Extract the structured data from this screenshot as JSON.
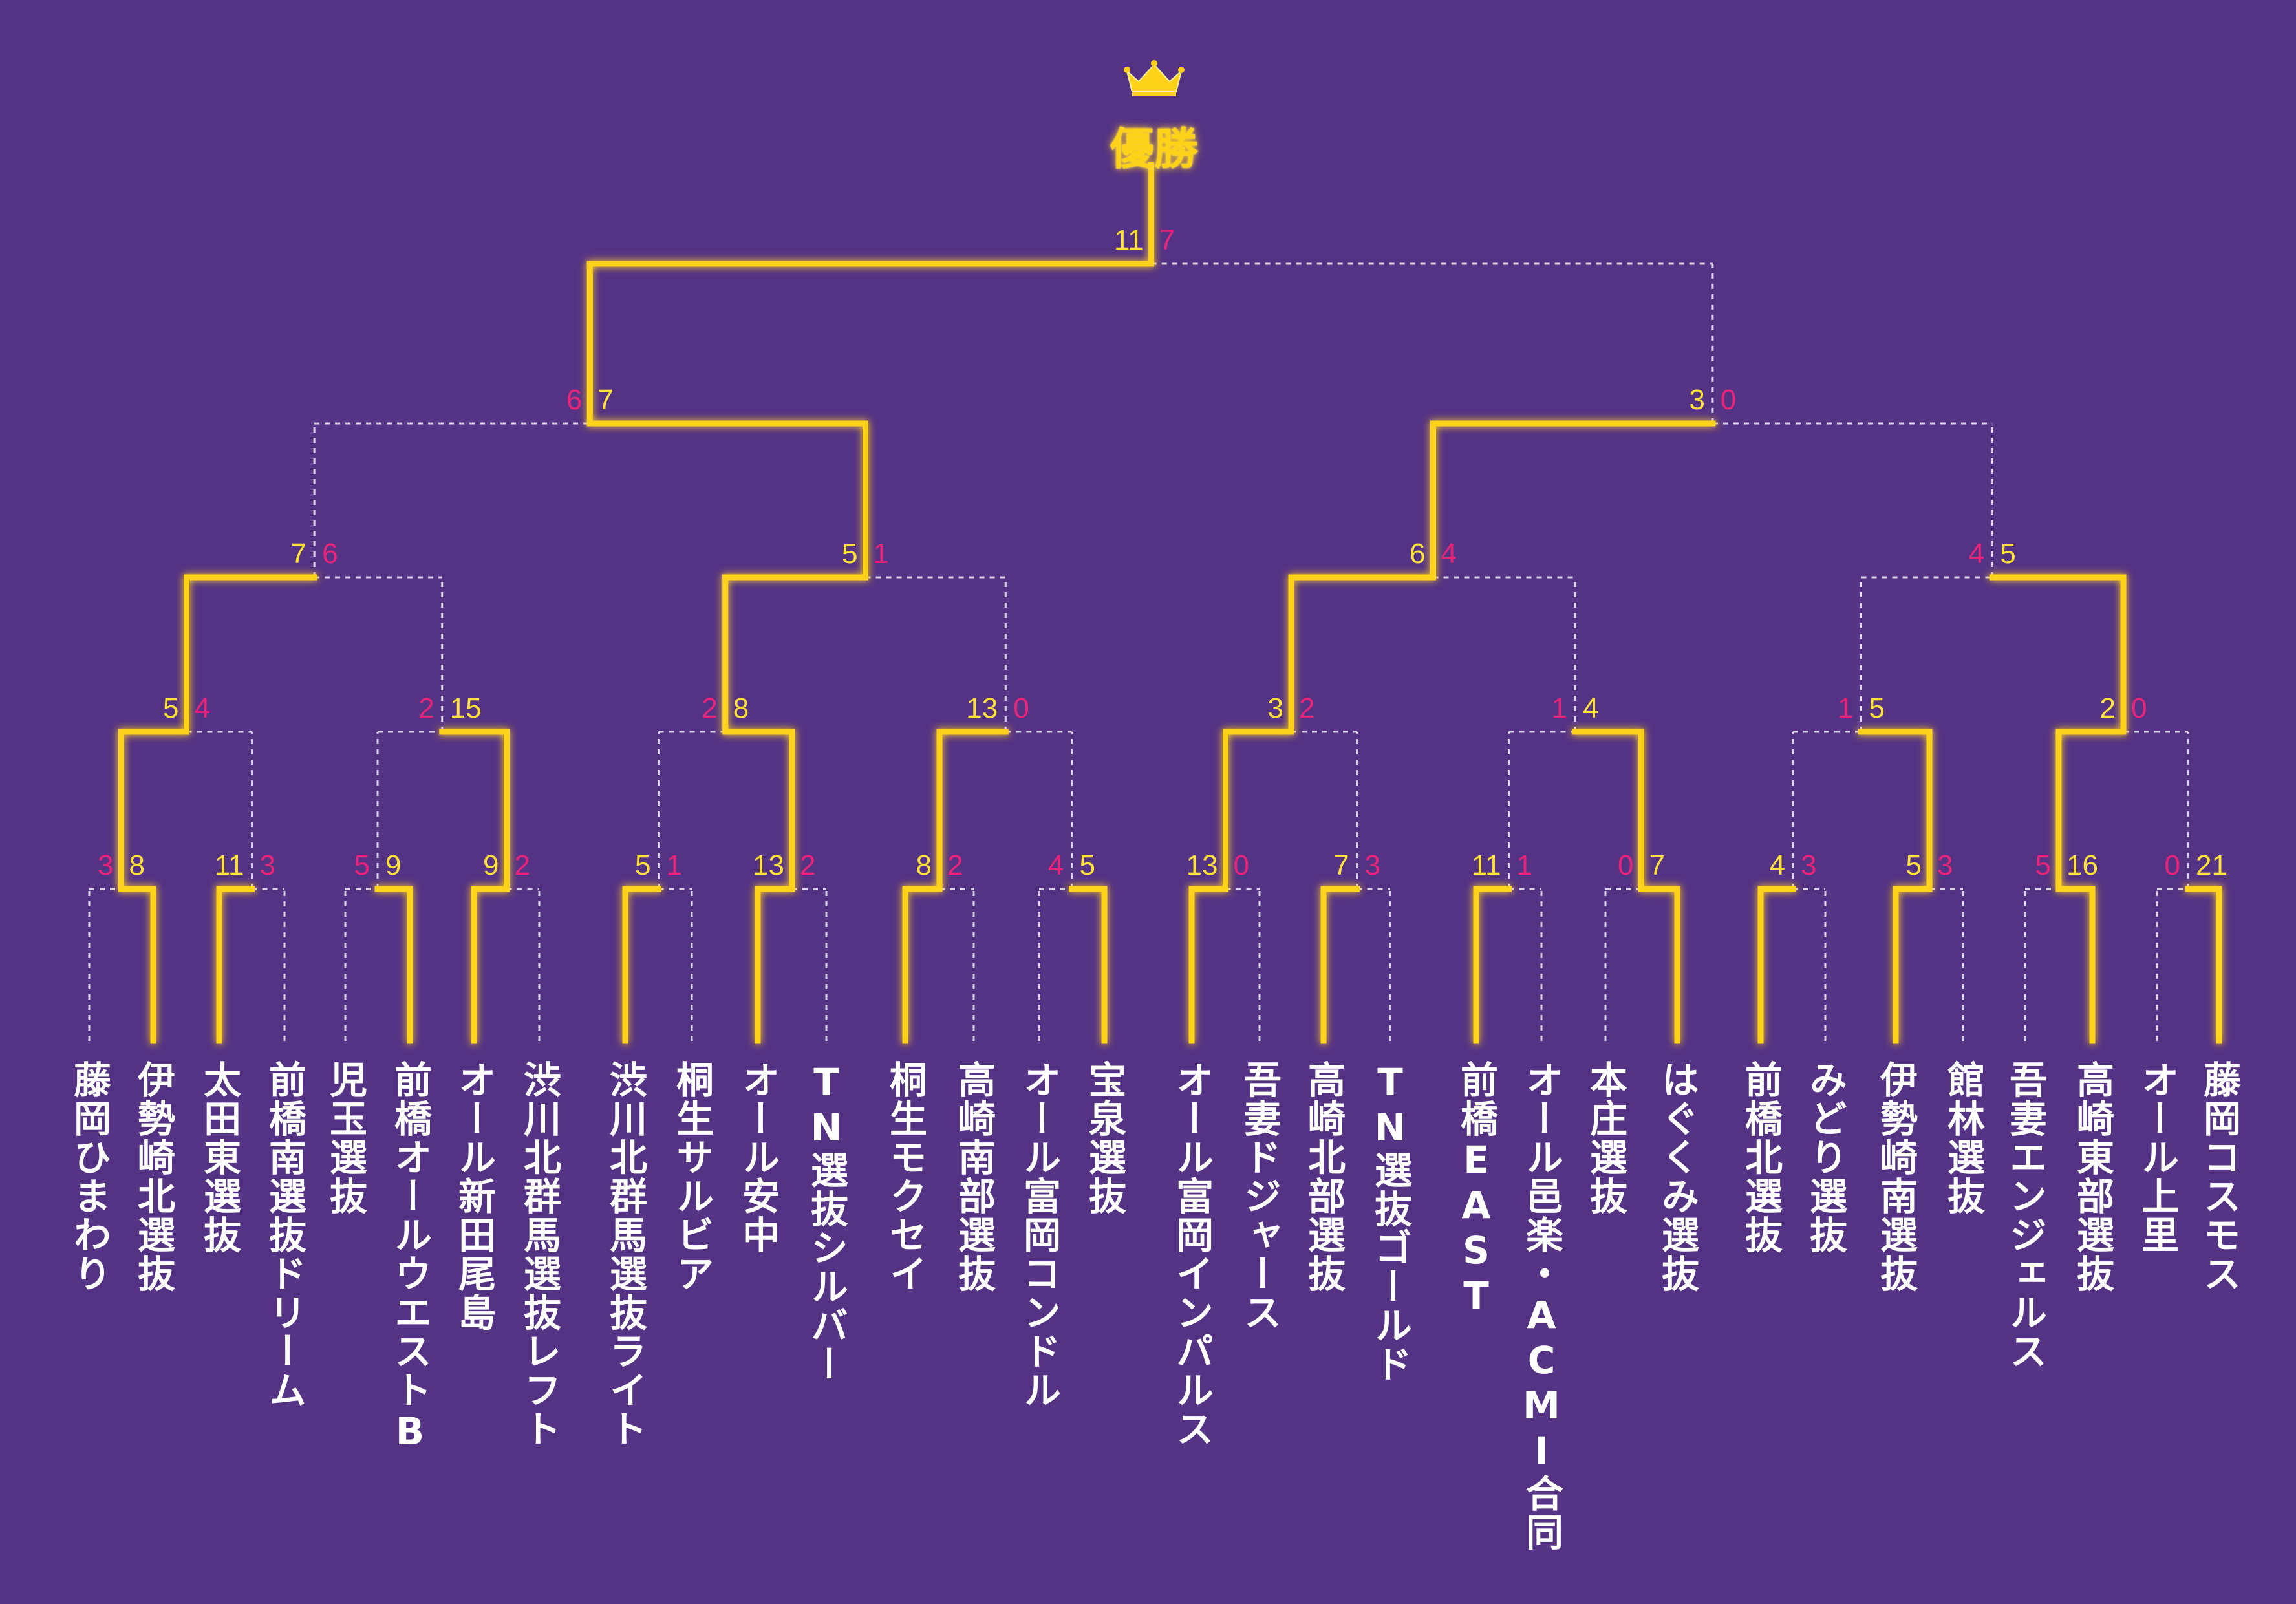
{
  "colors": {
    "background": "#553384",
    "winner_line": "#FFD21A",
    "loser_line": "#D9D2EA",
    "winner_score": "#FFE23A",
    "loser_score": "#E8247A",
    "team_text": "#FFFFFF"
  },
  "champion_label": "優勝",
  "crown_icon": "crown-icon",
  "teams": [
    "藤岡ひまわり",
    "伊勢崎北選抜",
    "太田東選抜",
    "前橋南選抜ドリーム",
    "児玉選抜",
    "前橋オールウエストB",
    "オール新田尾島",
    "渋川北群馬選抜レフト",
    "渋川北群馬選抜ライト",
    "桐生サルビア",
    "オール安中",
    "TN選抜シルバー",
    "桐生モクセイ",
    "高崎南部選抜",
    "オール富岡コンドル",
    "宝泉選抜",
    "オール富岡インパルス",
    "吾妻ドジャース",
    "高崎北部選抜",
    "TN選抜ゴールド",
    "前橋EAST",
    "オール邑楽・ACMI合同",
    "本庄選抜",
    "はぐくみ選抜",
    "前橋北選抜",
    "みどり選抜",
    "伊勢崎南選抜",
    "館林選抜",
    "吾妻エンジェルス",
    "高崎東部選抜",
    "オール上里",
    "藤岡コスモス"
  ],
  "matches": [
    {
      "round": 1,
      "left_score": "3",
      "right_score": "8"
    },
    {
      "round": 1,
      "left_score": "11",
      "right_score": "3"
    },
    {
      "round": 1,
      "left_score": "5",
      "right_score": "9"
    },
    {
      "round": 1,
      "left_score": "9",
      "right_score": "2"
    },
    {
      "round": 1,
      "left_score": "5",
      "right_score": "1"
    },
    {
      "round": 1,
      "left_score": "13",
      "right_score": "2"
    },
    {
      "round": 1,
      "left_score": "8",
      "right_score": "2"
    },
    {
      "round": 1,
      "left_score": "4",
      "right_score": "5"
    },
    {
      "round": 1,
      "left_score": "13",
      "right_score": "0"
    },
    {
      "round": 1,
      "left_score": "7",
      "right_score": "3"
    },
    {
      "round": 1,
      "left_score": "11",
      "right_score": "1"
    },
    {
      "round": 1,
      "left_score": "0",
      "right_score": "7"
    },
    {
      "round": 1,
      "left_score": "4",
      "right_score": "3"
    },
    {
      "round": 1,
      "left_score": "5",
      "right_score": "3"
    },
    {
      "round": 1,
      "left_score": "5",
      "right_score": "16"
    },
    {
      "round": 1,
      "left_score": "0",
      "right_score": "21"
    },
    {
      "round": 2,
      "left_score": "5",
      "right_score": "4"
    },
    {
      "round": 2,
      "left_score": "2",
      "right_score": "15"
    },
    {
      "round": 2,
      "left_score": "2",
      "right_score": "8"
    },
    {
      "round": 2,
      "left_score": "13",
      "right_score": "0"
    },
    {
      "round": 2,
      "left_score": "3",
      "right_score": "2"
    },
    {
      "round": 2,
      "left_score": "1",
      "right_score": "4"
    },
    {
      "round": 2,
      "left_score": "1",
      "right_score": "5"
    },
    {
      "round": 2,
      "left_score": "2",
      "right_score": "0"
    },
    {
      "round": 3,
      "left_score": "7",
      "right_score": "6"
    },
    {
      "round": 3,
      "left_score": "5",
      "right_score": "1"
    },
    {
      "round": 3,
      "left_score": "6",
      "right_score": "4"
    },
    {
      "round": 3,
      "left_score": "4",
      "right_score": "5"
    },
    {
      "round": 4,
      "left_score": "6",
      "right_score": "7"
    },
    {
      "round": 4,
      "left_score": "3",
      "right_score": "0"
    },
    {
      "round": 5,
      "left_score": "11",
      "right_score": "7"
    }
  ]
}
